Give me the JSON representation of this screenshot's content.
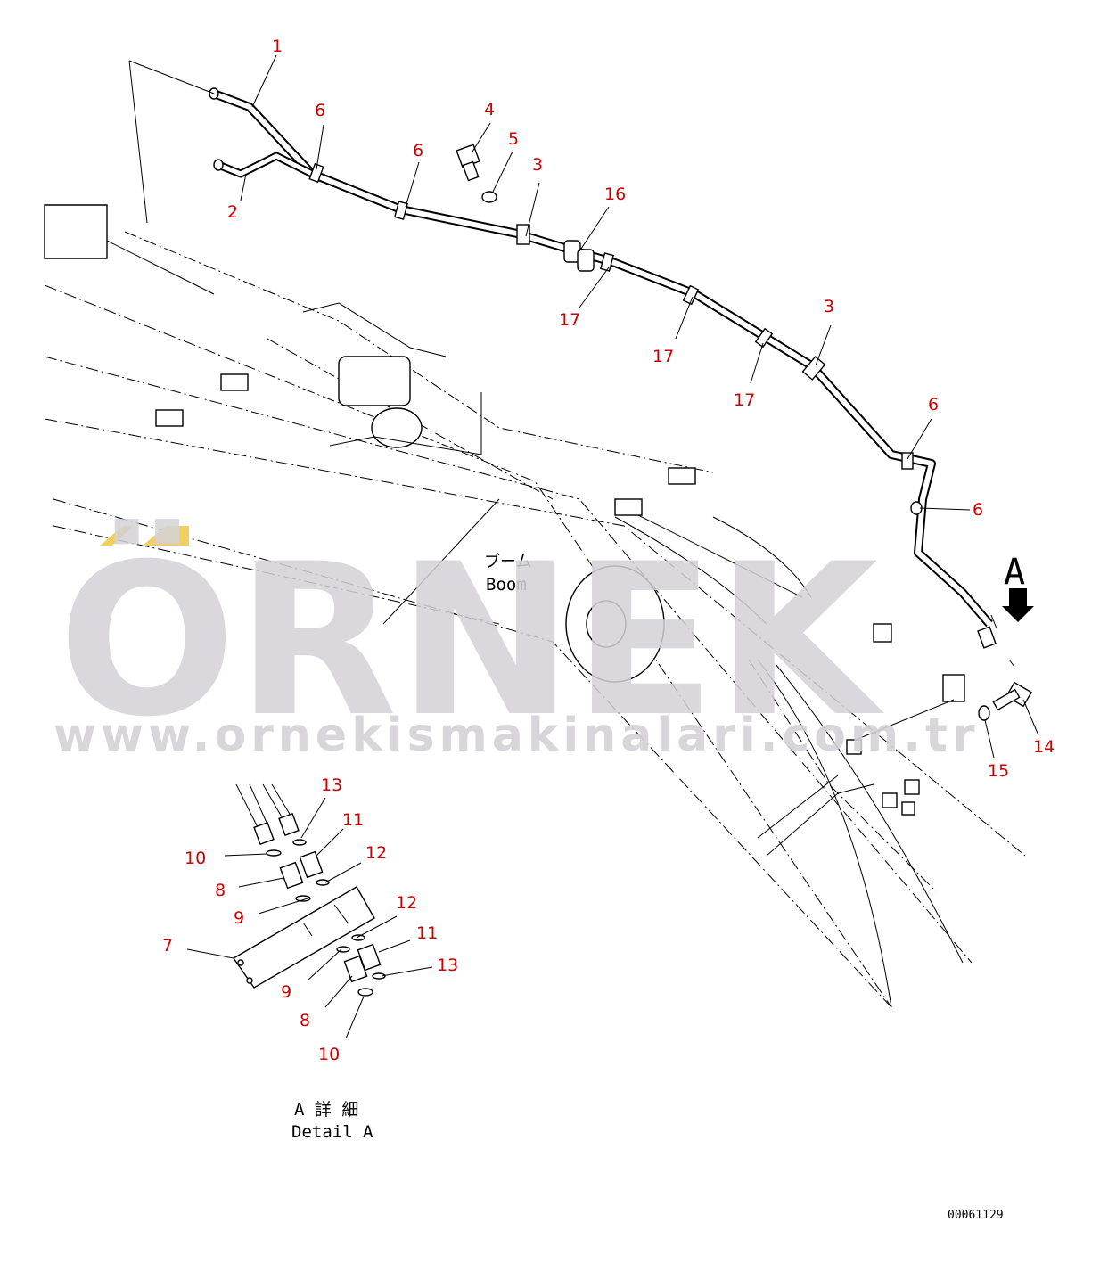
{
  "watermark": {
    "brand": "ÖRNEK",
    "url": "www.ornekismakinalari.com.tr",
    "accent_color": "#f0d060",
    "text_color": "#d4d2d8"
  },
  "callouts": {
    "c1": "1",
    "c2": "2",
    "c3a": "3",
    "c3b": "3",
    "c4": "4",
    "c5": "5",
    "c6a": "6",
    "c6b": "6",
    "c6c": "6",
    "c6d": "6",
    "c14": "14",
    "c15": "15",
    "c16": "16",
    "c17a": "17",
    "c17b": "17",
    "c17c": "17",
    "d13a": "13",
    "d11a": "11",
    "d10a": "10",
    "d12a": "12",
    "d8a": "8",
    "d9a": "9",
    "d12b": "12",
    "d7": "7",
    "d11b": "11",
    "d13b": "13",
    "d9b": "9",
    "d8b": "8",
    "d10b": "10"
  },
  "labels": {
    "boom_jp": "ブーム",
    "boom_en": "Boom",
    "view_letter": "A",
    "detail_jp": "A 詳 細",
    "detail_en": "Detail A",
    "drawing_number": "00061129"
  },
  "colors": {
    "callout": "#cc0000",
    "line": "#000000",
    "background": "#ffffff"
  }
}
